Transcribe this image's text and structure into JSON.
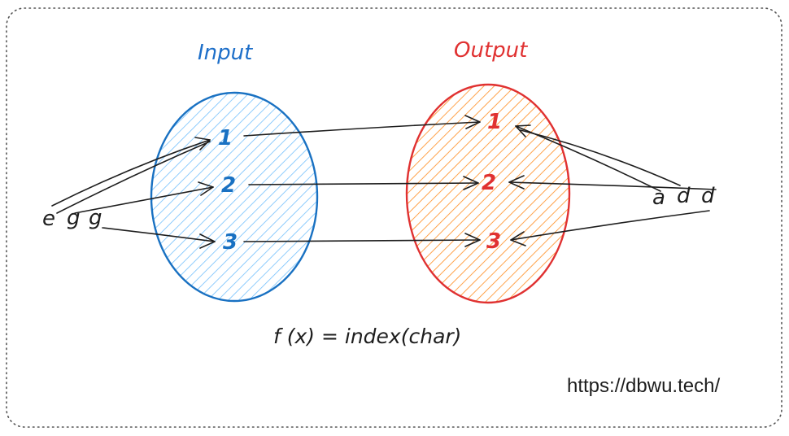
{
  "diagram": {
    "input_title": "Input",
    "output_title": "Output",
    "input_items": [
      "1",
      "2",
      "3"
    ],
    "output_items": [
      "1",
      "2",
      "3"
    ],
    "left_word": [
      "e",
      "g",
      "g"
    ],
    "right_word": [
      "a",
      "d",
      "d"
    ],
    "formula": "f (x) = index(char)",
    "url": "https://dbwu.tech/",
    "colors": {
      "input": "#1971c2",
      "input_fill": "#a5d8ff",
      "output": "#e03131",
      "output_fill": "#ffa94d",
      "arrow": "#1e1e1e",
      "frame": "#555555"
    }
  }
}
